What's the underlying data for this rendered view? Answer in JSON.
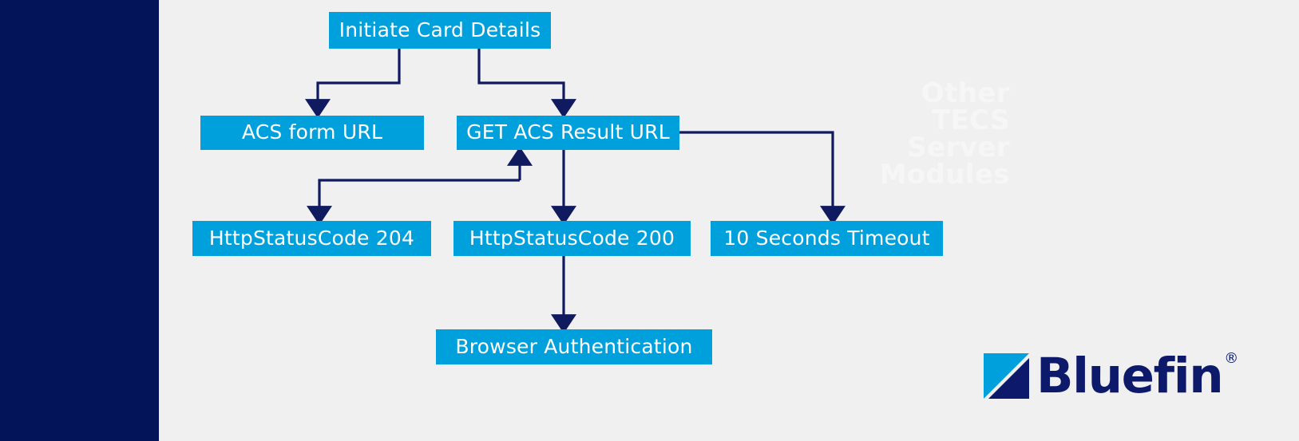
{
  "colors": {
    "sidebar": "#041458",
    "canvas": "#f0f0f0",
    "node_fill": "#00a0dc",
    "node_text": "#ffffff",
    "connector": "#101a5e",
    "watermark": "#f6f6f6",
    "logo_navy": "#0d1a6b",
    "logo_cyan": "#00a0dc"
  },
  "diagram": {
    "type": "flowchart",
    "nodes": [
      {
        "id": "initiate",
        "label": "Initiate Card Details"
      },
      {
        "id": "acs-form",
        "label": "ACS form URL"
      },
      {
        "id": "get-acs",
        "label": "GET ACS Result URL"
      },
      {
        "id": "status-204",
        "label": "HttpStatusCode 204"
      },
      {
        "id": "status-200",
        "label": "HttpStatusCode 200"
      },
      {
        "id": "timeout",
        "label": "10 Seconds Timeout"
      },
      {
        "id": "browser-auth",
        "label": "Browser Authentication"
      }
    ],
    "edges": [
      {
        "from": "initiate",
        "to": "acs-form"
      },
      {
        "from": "initiate",
        "to": "get-acs"
      },
      {
        "from": "get-acs",
        "to": "status-204"
      },
      {
        "from": "status-204",
        "to": "get-acs"
      },
      {
        "from": "get-acs",
        "to": "status-200"
      },
      {
        "from": "get-acs",
        "to": "timeout"
      },
      {
        "from": "status-200",
        "to": "browser-auth"
      }
    ]
  },
  "watermark": {
    "line1": "Other",
    "line2": "TECS",
    "line3": "Server",
    "line4": "Modules"
  },
  "logo": {
    "wordmark": "Bluefin",
    "registered": "®"
  }
}
